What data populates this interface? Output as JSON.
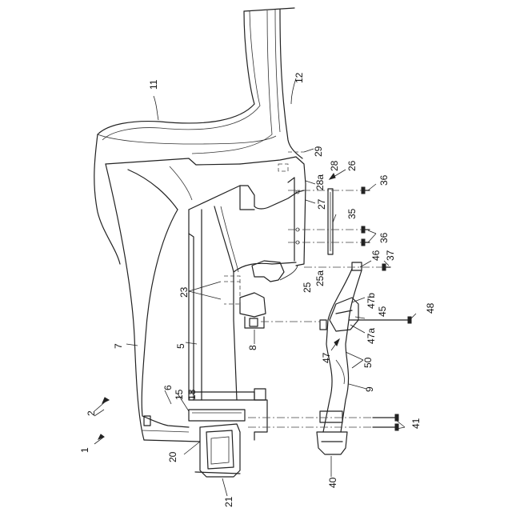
{
  "figure": {
    "labels": {
      "l1": "1",
      "l2": "2",
      "l5": "5",
      "l6": "6",
      "l7": "7",
      "l8": "8",
      "l9": "9",
      "l11": "11",
      "l12": "12",
      "l15": "15",
      "l18": "18",
      "l20": "20",
      "l21": "21",
      "l23": "23",
      "l25": "25",
      "l25a": "25a",
      "l26": "26",
      "l27": "27",
      "l28": "28",
      "l28a": "28a",
      "l29": "29",
      "l35": "35",
      "l36a": "36",
      "l36b": "36",
      "l37": "37",
      "l40": "40",
      "l41": "41",
      "l45": "45",
      "l46": "46",
      "l47": "47",
      "l47a": "47a",
      "l47b": "47b",
      "l48": "48",
      "l50": "50"
    }
  }
}
